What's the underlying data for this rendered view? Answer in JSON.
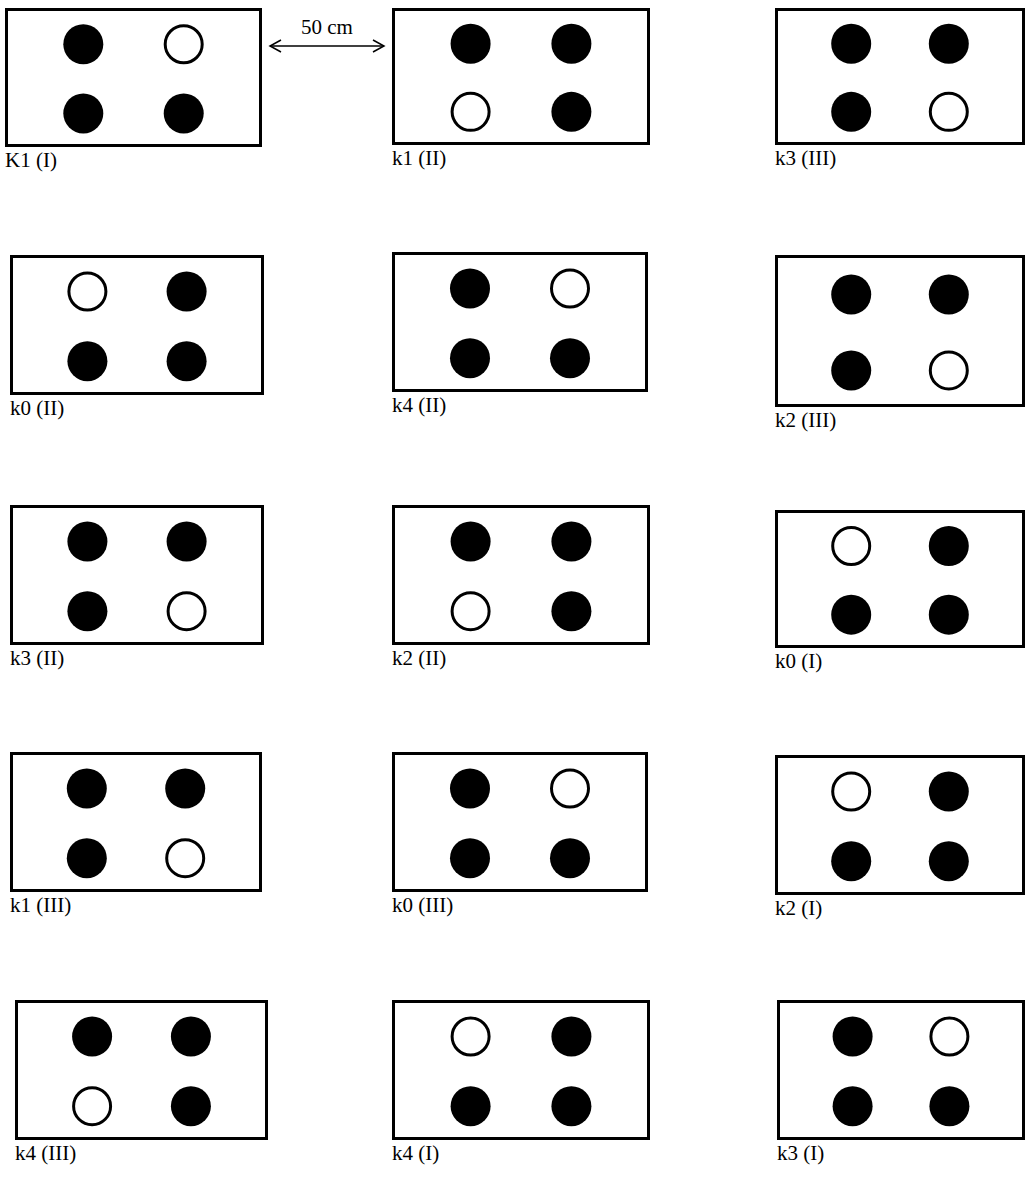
{
  "diagram": {
    "nodes": [
      {
        "text": [
          "K1 (I)"
        ]
      },
      {
        "text": [
          "k1 (II)"
        ]
      },
      {
        "text": [
          "k3 (III)"
        ]
      },
      {
        "text": [
          "k0 (II)"
        ]
      },
      {
        "text": [
          "k4 (II)"
        ]
      },
      {
        "text": [
          "k2 (III)"
        ]
      },
      {
        "text": [
          "k3 (II)"
        ]
      },
      {
        "text": [
          "k2 (II)"
        ]
      },
      {
        "text": [
          "k0 (I)"
        ]
      },
      {
        "text": [
          "k1 (III)"
        ]
      },
      {
        "text": [
          "k0 (III)"
        ]
      },
      {
        "text": [
          "k2 (I)"
        ]
      },
      {
        "text": [
          "k4 (III)"
        ]
      },
      {
        "text": [
          "k4 (I)"
        ]
      },
      {
        "text": [
          "k3 (I)"
        ]
      }
    ],
    "edges": [
      {
        "from": 0,
        "to": 1,
        "arrow": "both",
        "label": "50 cm"
      }
    ]
  }
}
